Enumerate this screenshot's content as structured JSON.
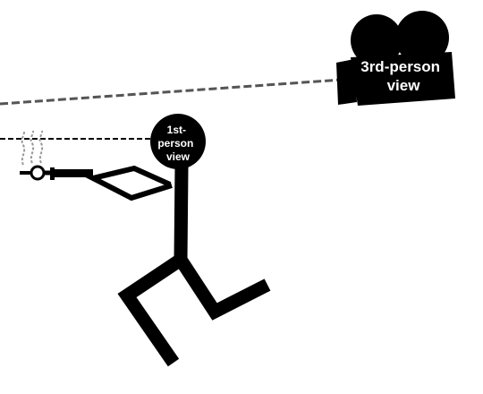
{
  "diagram": {
    "third_person_label": [
      "3rd-person",
      "view"
    ],
    "first_person_label": [
      "1st-",
      "person",
      "view"
    ]
  },
  "colors": {
    "ink": "#000000",
    "background": "#ffffff",
    "sight_line": "#555555",
    "label_text": "#ffffff"
  },
  "icons": {
    "camera": "movie-camera-icon",
    "figure": "stick-figure-icon",
    "gun": "pistol-icon"
  }
}
